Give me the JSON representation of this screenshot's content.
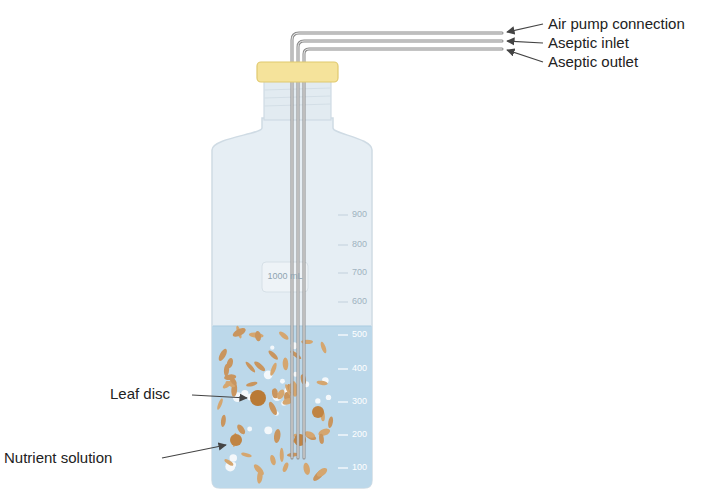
{
  "diagram": {
    "labels": [
      "Air pump connection",
      "Aseptic inlet",
      "Aseptic outlet",
      "Leaf disc",
      "Nutrient solution",
      "1000 mL",
      "900",
      "800",
      "700",
      "600",
      "500",
      "400",
      "300",
      "200",
      "100"
    ]
  }
}
